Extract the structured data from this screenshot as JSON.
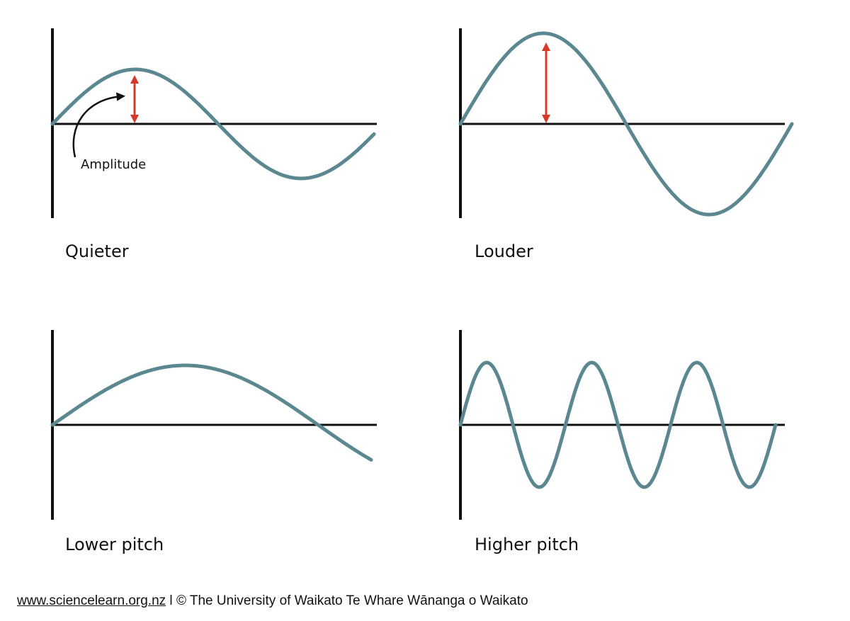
{
  "colors": {
    "wave": "#5b8890",
    "axis": "#111111",
    "amplitude_arrow": "#d63a2a",
    "pointer_arrow": "#111111"
  },
  "panels": [
    {
      "id": "quieter",
      "label": "Quieter",
      "cycles": 1.0,
      "amplitude": "small",
      "annotation": "Amplitude"
    },
    {
      "id": "louder",
      "label": "Louder",
      "cycles": 1.0,
      "amplitude": "large"
    },
    {
      "id": "lower-pitch",
      "label": "Lower pitch",
      "cycles": 0.6,
      "amplitude": "small"
    },
    {
      "id": "higher-pitch",
      "label": "Higher pitch",
      "cycles": 3.0,
      "amplitude": "small"
    }
  ],
  "footer": {
    "site": "www.sciencelearn.org.nz",
    "separator": " l ",
    "credit": "© The University of Waikato Te Whare Wānanga o Waikato"
  }
}
